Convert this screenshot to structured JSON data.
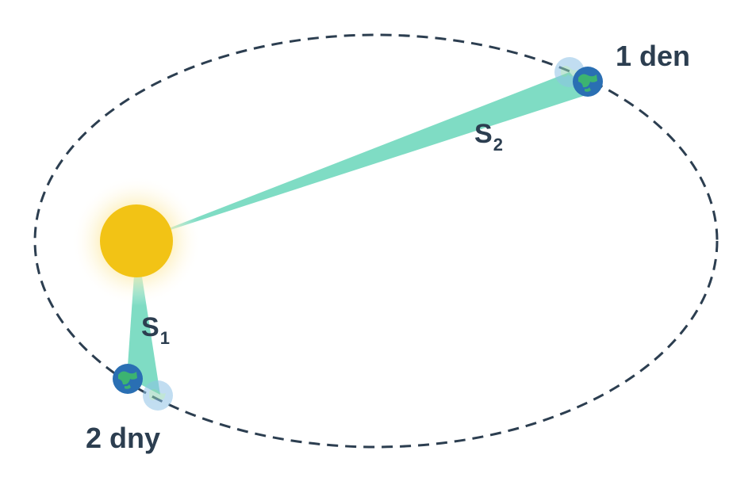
{
  "labels": {
    "upper_time": "1 den",
    "lower_time": "2 dny",
    "area_upper": {
      "letter": "S",
      "subscript": "2"
    },
    "area_lower": {
      "letter": "S",
      "subscript": "1"
    }
  },
  "colors": {
    "orbit": "#2c3e50",
    "sun": "#f2c315",
    "sun_glow": "#fbe7a0",
    "sector": "#6fd7bd",
    "planet_ocean": "#2a6fb3",
    "planet_land": "#3cb371",
    "ghost_planet": "#a9cde6",
    "text": "#2c3e50"
  },
  "icons": [
    "sun-icon",
    "planet-icon",
    "ghost-planet-icon"
  ]
}
